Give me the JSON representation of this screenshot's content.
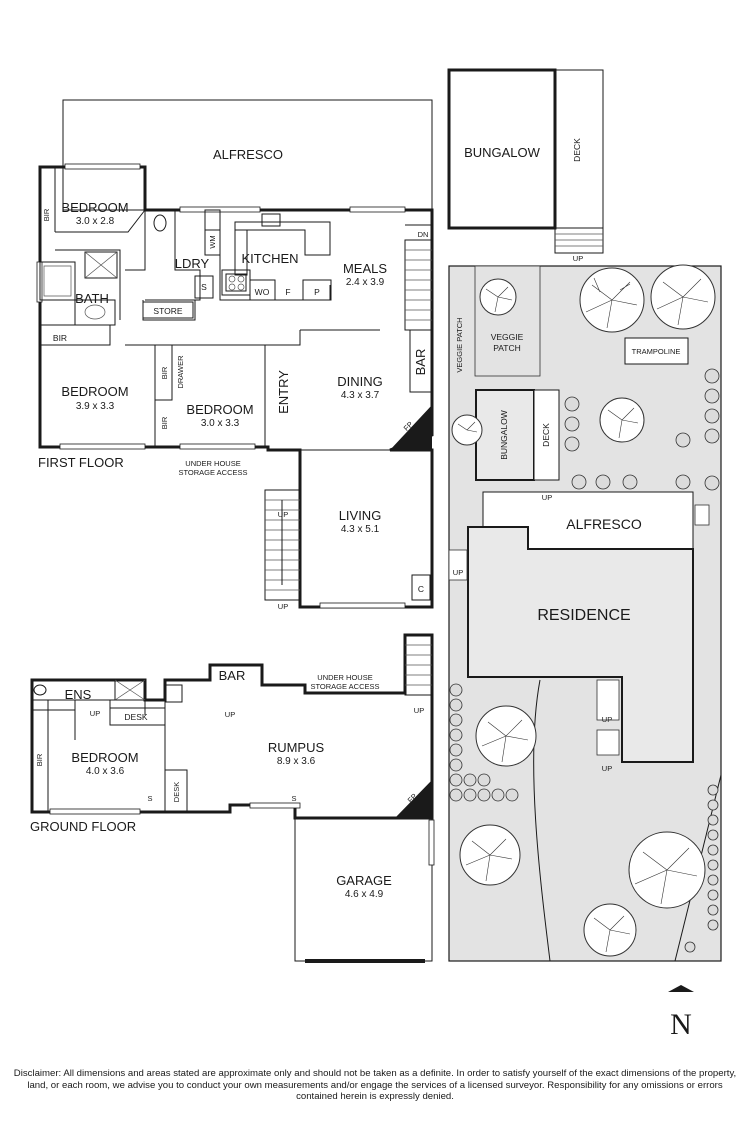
{
  "labels": {
    "alfresco_top": "ALFRESCO",
    "bungalow_top": "BUNGALOW",
    "deck_top": "DECK",
    "up": "UP",
    "bedroom": "BEDROOM",
    "bir": "BIR",
    "bath": "BATH",
    "ldry": "LDRY",
    "wm": "WM",
    "s": "S",
    "store": "STORE",
    "kitchen": "KITCHEN",
    "wo": "WO",
    "f": "F",
    "p": "P",
    "meals": "MEALS",
    "dn": "DN",
    "drawer": "DRAWER",
    "entry": "ENTRY",
    "dining": "DINING",
    "bar": "BAR",
    "fp": "FP",
    "living": "LIVING",
    "c": "C",
    "first_floor": "FIRST FLOOR",
    "under_house_1": "UNDER HOUSE",
    "under_house_2": "STORAGE ACCESS",
    "ens": "ENS",
    "desk": "DESK",
    "rumpus": "RUMPUS",
    "garage": "GARAGE",
    "ground_floor": "GROUND FLOOR",
    "veggie_patch": "VEGGIE PATCH",
    "veggie": "VEGGIE",
    "patch": "PATCH",
    "trampoline": "TRAMPOLINE",
    "deck": "DECK",
    "bungalow": "BUNGALOW",
    "alfresco": "ALFRESCO",
    "residence": "RESIDENCE",
    "north": "N"
  },
  "dims": {
    "bedroom_1": "3.0 x 2.8",
    "meals": "2.4 x 3.9",
    "bedroom_2": "3.9 x 3.3",
    "bedroom_3": "3.0 x 3.3",
    "dining": "4.3 x 3.7",
    "living": "4.3 x 5.1",
    "bedroom_gf": "4.0 x 3.6",
    "rumpus": "8.9 x 3.6",
    "garage": "4.6 x 4.9"
  },
  "disclaimer": "Disclaimer: All dimensions and areas stated are approximate only and should not be taken as a definite. In order to satisfy yourself of the exact dimensions of the property, land, or each room, we advise you to conduct your own measurements and/or engage the services of a licensed surveyor. Responsibility for any omissions or errors contained herein is expressly denied."
}
